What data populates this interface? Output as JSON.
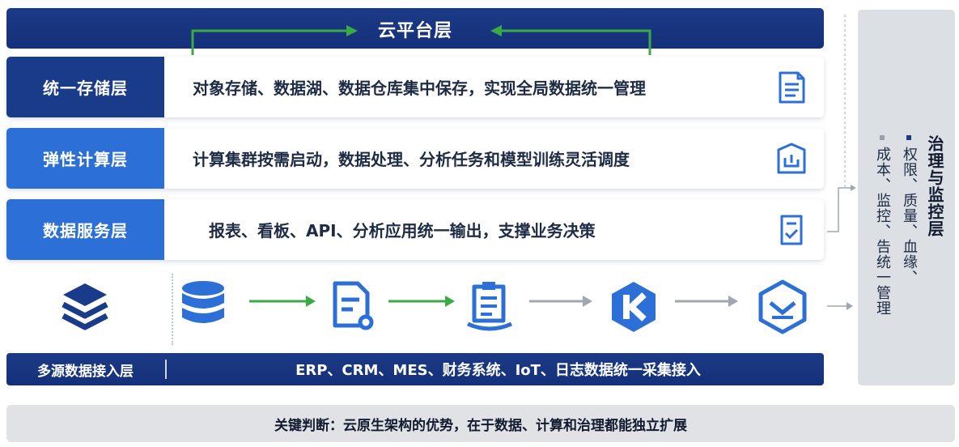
{
  "cloud_layer": {
    "title": "云平台层"
  },
  "layers": [
    {
      "label": "统一存储层",
      "description": "对象存储、数据湖、数据仓库集中保存，实现全局数据统一管理",
      "icon": "document-list-icon",
      "label_color": "#1a3a8a"
    },
    {
      "label": "弹性计算层",
      "description": "计算集群按需启动，数据处理、分析任务和模型训练灵活调度",
      "icon": "server-box-icon",
      "label_color": "#2c6fd6"
    },
    {
      "label": "数据服务层",
      "description": "报表、看板、API、分析应用统一输出，支撑业务决策",
      "icon": "checklist-icon",
      "label_color": "#2c6fd6"
    }
  ],
  "ingestion": {
    "label": "多源数据接入层",
    "description": "ERP、CRM、MES、财务系统、IoT、日志数据统一采集接入"
  },
  "pipeline": {
    "icons": [
      "layers-stack-icon",
      "database-icon",
      "document-edit-icon",
      "clipboard-data-icon",
      "hexagon-logo-icon",
      "shield-check-icon"
    ]
  },
  "governance": {
    "title": "治理与监控层",
    "col1": "权限、质量、血缘、",
    "col2": "成本、监控、告统一管理"
  },
  "footer": {
    "text": "关键判断：云原生架构的优势，在于数据、计算和治理都能独立扩展"
  },
  "colors": {
    "navy": "#14307a",
    "blue": "#2c6fd6",
    "green_arrow": "#3aaa44",
    "gray_arrow": "#a0a6b2",
    "panel_gray": "#dcdfe4"
  }
}
